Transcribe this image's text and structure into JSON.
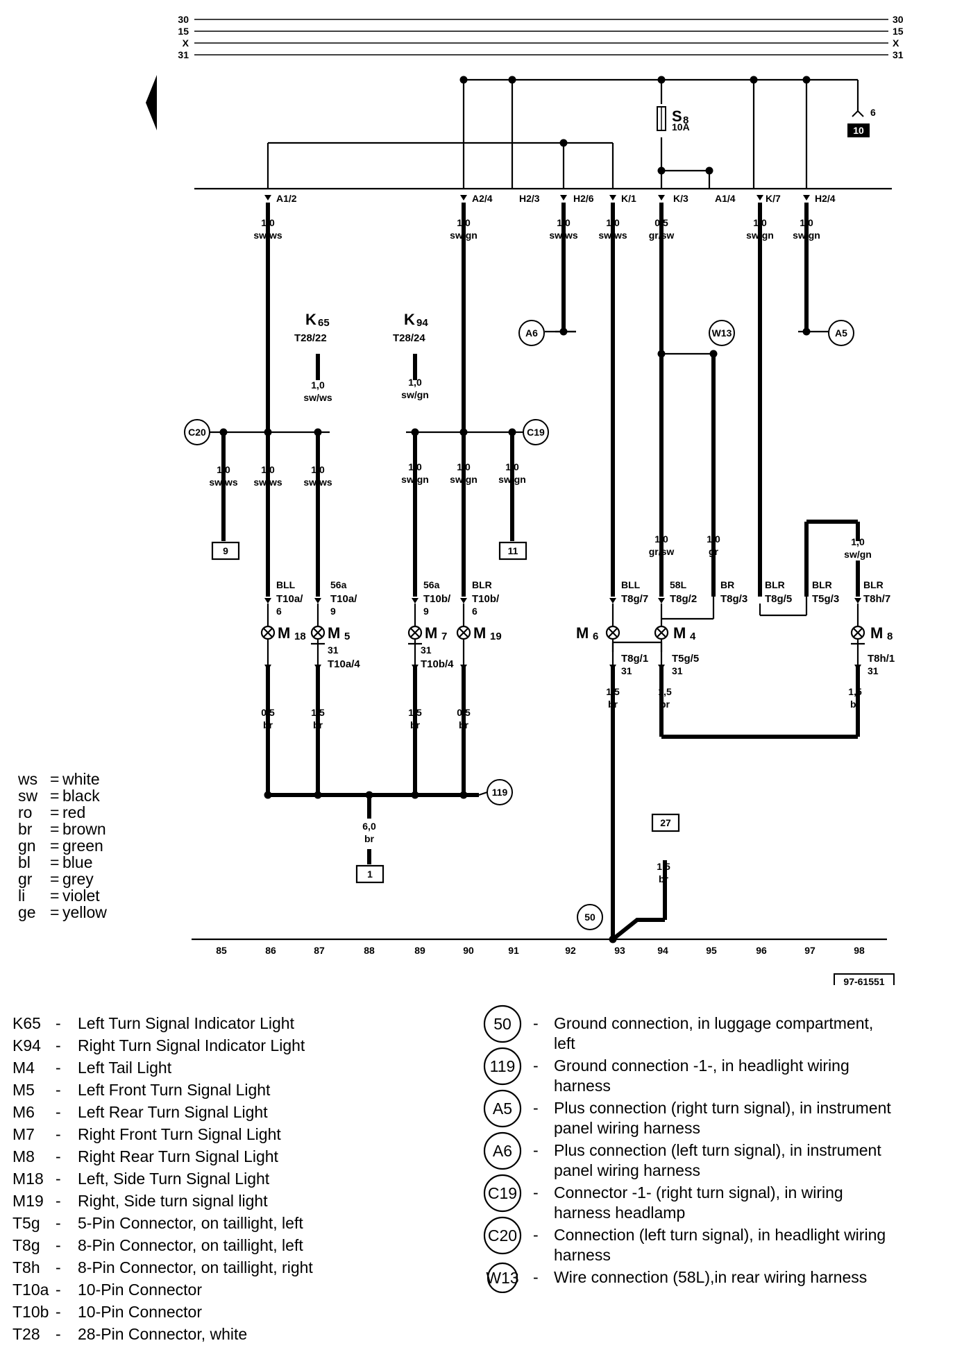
{
  "top_rails": [
    "30",
    "15",
    "X",
    "31"
  ],
  "fuse": {
    "id": "S",
    "sub": "8",
    "rating": "10A"
  },
  "relay_ref": {
    "pin": "6",
    "box": "10"
  },
  "bus_pins": [
    "A1/2",
    "A2/4",
    "H2/3",
    "H2/6",
    "K/1",
    "K/3",
    "A1/4",
    "K/7",
    "H2/4"
  ],
  "wires": [
    {
      "size": "1,0",
      "color": "sw/ws"
    },
    {
      "size": "1,0",
      "color": "sw/gn"
    },
    {
      "size": "1,0",
      "color": "sw/ws"
    },
    {
      "size": "1,0",
      "color": "sw/ws"
    },
    {
      "size": "0,5",
      "color": "gr/sw"
    },
    {
      "size": "1,0",
      "color": "sw/gn"
    },
    {
      "size": "1,0",
      "color": "sw/gn"
    },
    {
      "size": "1,0",
      "color": "sw/ws"
    },
    {
      "size": "1,0",
      "color": "sw/gn"
    },
    {
      "size": "1,0",
      "color": "sw/ws"
    },
    {
      "size": "1,0",
      "color": "sw/ws"
    },
    {
      "size": "1,0",
      "color": "sw/ws"
    },
    {
      "size": "1,0",
      "color": "sw/gn"
    },
    {
      "size": "1,0",
      "color": "sw/gn"
    },
    {
      "size": "1,0",
      "color": "sw/gn"
    },
    {
      "size": "1,0",
      "color": "gr/sw"
    },
    {
      "size": "1,0",
      "color": "gr"
    },
    {
      "size": "1,0",
      "color": "sw/gn"
    },
    {
      "size": "0,5",
      "color": "br"
    },
    {
      "size": "1,5",
      "color": "br"
    },
    {
      "size": "1,5",
      "color": "br"
    },
    {
      "size": "0,5",
      "color": "br"
    },
    {
      "size": "1,5",
      "color": "br"
    },
    {
      "size": "1,5",
      "color": "br"
    },
    {
      "size": "1,5",
      "color": "br"
    },
    {
      "size": "6,0",
      "color": "br"
    },
    {
      "size": "1,5",
      "color": "br"
    }
  ],
  "k65": {
    "main": "K",
    "sub": "65",
    "conn": "T28/22"
  },
  "k94": {
    "main": "K",
    "sub": "94",
    "conn": "T28/24"
  },
  "circles": [
    "A6",
    "W13",
    "A5",
    "C20",
    "C19",
    "119",
    "50"
  ],
  "boxes": [
    "9",
    "11",
    "1",
    "27"
  ],
  "conn_labels": [
    {
      "fn": "BLL",
      "pin": "T10a/",
      "num": "6"
    },
    {
      "fn": "56a",
      "pin": "T10a/",
      "num": "9"
    },
    {
      "fn": "56a",
      "pin": "T10b/",
      "num": "9"
    },
    {
      "fn": "BLR",
      "pin": "T10b/",
      "num": "6"
    },
    {
      "fn": "BLL",
      "pin": "T8g/7",
      "num": ""
    },
    {
      "fn": "58L",
      "pin": "T8g/2",
      "num": ""
    },
    {
      "fn": "BR",
      "pin": "T8g/3",
      "num": ""
    },
    {
      "fn": "BLR",
      "pin": "T8g/5",
      "num": ""
    },
    {
      "fn": "BLR",
      "pin": "T5g/3",
      "num": ""
    },
    {
      "fn": "BLR",
      "pin": "T8h/7",
      "num": ""
    }
  ],
  "lamps": [
    {
      "main": "M",
      "sub": "18"
    },
    {
      "main": "M",
      "sub": "5"
    },
    {
      "main": "M",
      "sub": "7"
    },
    {
      "main": "M",
      "sub": "19"
    },
    {
      "main": "M",
      "sub": "6"
    },
    {
      "main": "M",
      "sub": "4"
    },
    {
      "main": "M",
      "sub": "8"
    }
  ],
  "ground_labels": [
    {
      "num": "31",
      "pin": "T10a/4"
    },
    {
      "num": "31",
      "pin": "T10b/4"
    },
    {
      "num": "31",
      "pin": "T8g/1"
    },
    {
      "num": "31",
      "pin": "T5g/5"
    },
    {
      "num": "31",
      "pin": "T8h/1"
    }
  ],
  "track_numbers": [
    "85",
    "86",
    "87",
    "88",
    "89",
    "90",
    "91",
    "92",
    "93",
    "94",
    "95",
    "96",
    "97",
    "98"
  ],
  "figure_id": "97-61551",
  "color_key": [
    {
      "code": "ws",
      "name": "white"
    },
    {
      "code": "sw",
      "name": "black"
    },
    {
      "code": "ro",
      "name": "red"
    },
    {
      "code": "br",
      "name": "brown"
    },
    {
      "code": "gn",
      "name": "green"
    },
    {
      "code": "bl",
      "name": "blue"
    },
    {
      "code": "gr",
      "name": "grey"
    },
    {
      "code": "li",
      "name": "violet"
    },
    {
      "code": "ge",
      "name": "yellow"
    }
  ],
  "legend_components": [
    {
      "code": "K65",
      "desc": "Left Turn Signal Indicator Light"
    },
    {
      "code": "K94",
      "desc": "Right Turn Signal Indicator Light"
    },
    {
      "code": "M4",
      "desc": "Left Tail Light"
    },
    {
      "code": "M5",
      "desc": "Left Front Turn Signal Light"
    },
    {
      "code": "M6",
      "desc": "Left Rear Turn Signal Light"
    },
    {
      "code": "M7",
      "desc": "Right Front Turn Signal Light"
    },
    {
      "code": "M8",
      "desc": "Right Rear Turn Signal Light"
    },
    {
      "code": "M18",
      "desc": "Left, Side Turn Signal Light"
    },
    {
      "code": "M19",
      "desc": "Right, Side turn signal light"
    },
    {
      "code": "T5g",
      "desc": "5-Pin Connector, on taillight, left"
    },
    {
      "code": "T8g",
      "desc": "8-Pin Connector, on taillight, left"
    },
    {
      "code": "T8h",
      "desc": "8-Pin Connector, on taillight, right"
    },
    {
      "code": "T10a",
      "desc": "10-Pin Connector"
    },
    {
      "code": "T10b",
      "desc": "10-Pin Connector"
    },
    {
      "code": "T28",
      "desc": "28-Pin Connector, white"
    }
  ],
  "legend_connections": [
    {
      "code": "50",
      "line1": "Ground connection, in luggage  compartment,",
      "line2": "left"
    },
    {
      "code": "119",
      "line1": "Ground connection -1-, in headlight  wiring",
      "line2": "harness"
    },
    {
      "code": "A5",
      "line1": "Plus connection (right turn signal), in instrument",
      "line2": "panel wiring harness"
    },
    {
      "code": "A6",
      "line1": "Plus connection (left turn signal), in instrument",
      "line2": "panel wiring harness"
    },
    {
      "code": "C19",
      "line1": "Connector -1- (right turn signal),  in wiring",
      "line2": "harness headlamp"
    },
    {
      "code": "C20",
      "line1": "Connection (left turn signal), in headlight wiring",
      "line2": "harness"
    },
    {
      "code": "W13",
      "line1": "Wire connection (58L),in rear wiring harness",
      "line2": ""
    }
  ]
}
